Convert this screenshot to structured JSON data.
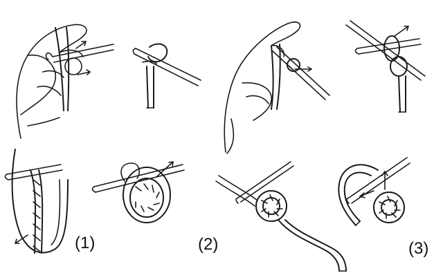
{
  "labels": {
    "one": "(1)",
    "two": "(2)",
    "three": "(3)"
  },
  "colors": {
    "ink": "#1a1a1a",
    "shade": "#bfbfbf",
    "background": "#ffffff"
  },
  "figure": {
    "panels": [
      {
        "step": "hand-wrapping-yarn-around-hook"
      },
      {
        "step": "hook-through-loop"
      },
      {
        "step": "hand-pulling-yarn-through-loop"
      },
      {
        "step": "hook-with-knot"
      },
      {
        "step": "chain-with-hook"
      },
      {
        "step": "joining-chain-into-ring"
      },
      {
        "step": "ring-with-long-tail"
      },
      {
        "step": "working-into-ring"
      }
    ]
  }
}
